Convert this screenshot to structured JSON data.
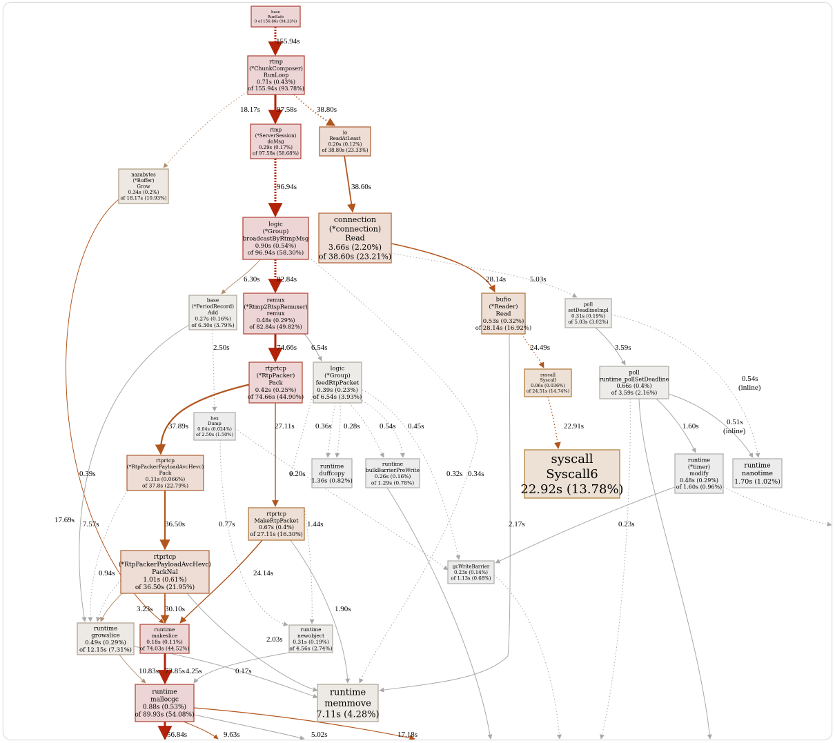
{
  "graph": {
    "nodes": [
      {
        "id": "runsafe",
        "lines": [
          "base",
          "RunSafe",
          "0 of 156.86s (94.33%)"
        ],
        "fill": "#edd5d5",
        "stroke": "#b2493c"
      },
      {
        "id": "runloop",
        "lines": [
          "rtmp",
          "(*ChunkComposer)",
          "RunLoop",
          "0.71s (0.43%)",
          "of 155.94s (93.78%)"
        ],
        "fill": "#edd5d5",
        "stroke": "#b2493c"
      },
      {
        "id": "domsg",
        "lines": [
          "rtmp",
          "(*ServerSession)",
          "doMsg",
          "0.29s (0.17%)",
          "of 97.58s (58.68%)"
        ],
        "fill": "#edd5d5",
        "stroke": "#b2493c"
      },
      {
        "id": "readatleast",
        "lines": [
          "io",
          "ReadAtLeast",
          "0.20s (0.12%)",
          "of 38.80s (23.33%)"
        ],
        "fill": "#edddd5",
        "stroke": "#b2673c"
      },
      {
        "id": "grow",
        "lines": [
          "nazabytes",
          "(*Buffer)",
          "Grow",
          "0.34s (0.2%)",
          "of 18.17s (10.93%)"
        ],
        "fill": "#ede8e2",
        "stroke": "#b2a08a"
      },
      {
        "id": "broadcast",
        "lines": [
          "logic",
          "(*Group)",
          "broadcastByRtmpMsg",
          "0.90s (0.54%)",
          "of 96.94s (58.30%)"
        ],
        "fill": "#edd5d5",
        "stroke": "#b2493c"
      },
      {
        "id": "connread",
        "lines": [
          "connection",
          "(*connection)",
          "Read",
          "3.66s (2.20%)",
          "of 38.60s (23.21%)"
        ],
        "fill": "#edddd5",
        "stroke": "#b2673c"
      },
      {
        "id": "periodadd",
        "lines": [
          "base",
          "(*PeriodRecord)",
          "Add",
          "0.27s (0.16%)",
          "of 6.30s (3.79%)"
        ],
        "fill": "#edebe8",
        "stroke": "#b2ab9f"
      },
      {
        "id": "remux",
        "lines": [
          "remux",
          "(*Rtmp2RtspRemuxer)",
          "remux",
          "0.48s (0.29%)",
          "of 82.84s (49.82%)"
        ],
        "fill": "#edd5d5",
        "stroke": "#b2493c"
      },
      {
        "id": "bufioread",
        "lines": [
          "bufio",
          "(*Reader)",
          "Read",
          "0.53s (0.32%)",
          "of 28.14s (16.92%)"
        ],
        "fill": "#eddfd5",
        "stroke": "#b2773c"
      },
      {
        "id": "setdeadline",
        "lines": [
          "poll",
          "setDeadlineImpl",
          "0.31s (0.19%)",
          "of 5.03s (3.02%)"
        ],
        "fill": "#edecea",
        "stroke": "#b2afa6"
      },
      {
        "id": "rtppack",
        "lines": [
          "rtprtcp",
          "(*RtpPacker)",
          "Pack",
          "0.42s (0.25%)",
          "of 74.66s (44.90%)"
        ],
        "fill": "#edd6d5",
        "stroke": "#b24d3c"
      },
      {
        "id": "feedrtp",
        "lines": [
          "logic",
          "(*Group)",
          "feedRtpPacket",
          "0.39s (0.23%)",
          "of 6.54s (3.93%)"
        ],
        "fill": "#edebe8",
        "stroke": "#b2ab9f"
      },
      {
        "id": "syscall",
        "lines": [
          "syscall",
          "Syscall",
          "0.06s (0.036%)",
          "of 24.51s (14.74%)"
        ],
        "fill": "#ede0d5",
        "stroke": "#b27e3c"
      },
      {
        "id": "pollsetdeadline",
        "lines": [
          "poll",
          "runtime_pollSetDeadline",
          "0.66s (0.4%)",
          "of 3.59s (2.16%)"
        ],
        "fill": "#edecea",
        "stroke": "#b2b0a9"
      },
      {
        "id": "hexdump",
        "lines": [
          "hex",
          "Dump",
          "0.04s (0.024%)",
          "of 2.50s (1.50%)"
        ],
        "fill": "#edecec",
        "stroke": "#b2b1ad"
      },
      {
        "id": "duffcopy",
        "lines": [
          "runtime",
          "duffcopy",
          "1.36s (0.82%)"
        ],
        "fill": "#edecec",
        "stroke": "#b2b1ae"
      },
      {
        "id": "bulkbarrier",
        "lines": [
          "runtime",
          "bulkBarrierPreWrite",
          "0.26s (0.16%)",
          "of 1.29s (0.78%)"
        ],
        "fill": "#edecec",
        "stroke": "#b2b2ae"
      },
      {
        "id": "syscall6",
        "lines": [
          "syscall",
          "Syscall6",
          "22.92s (13.78%)"
        ],
        "fill": "#ede1d5",
        "stroke": "#b2843c"
      },
      {
        "id": "timermodify",
        "lines": [
          "runtime",
          "(*timer)",
          "modify",
          "0.48s (0.29%)",
          "of 1.60s (0.96%)"
        ],
        "fill": "#edecec",
        "stroke": "#b2b1ad"
      },
      {
        "id": "nanotime",
        "lines": [
          "runtime",
          "nanotime",
          "1.70s (1.02%)"
        ],
        "fill": "#edecec",
        "stroke": "#b2b1ad"
      },
      {
        "id": "avcpack",
        "lines": [
          "rtprtcp",
          "(*RtpPackerPayloadAvcHevc)",
          "Pack",
          "0.11s (0.066%)",
          "of 37.8s (22.79%)"
        ],
        "fill": "#edddd5",
        "stroke": "#b2673c"
      },
      {
        "id": "makertp",
        "lines": [
          "rtprtcp",
          "MakeRtpPacket",
          "0.67s (0.4%)",
          "of 27.11s (16.30%)"
        ],
        "fill": "#eddfd5",
        "stroke": "#b27a3c"
      },
      {
        "id": "wbarrier",
        "lines": [
          "gcWriteBarrier",
          "0.23s (0.14%)",
          "of 1.13s (0.68%)"
        ],
        "fill": "#edecec",
        "stroke": "#b2b2ae"
      },
      {
        "id": "packnal",
        "lines": [
          "rtprtcp",
          "(*RtpPackerPayloadAvcHevc)",
          "PackNal",
          "1.01s (0.61%)",
          "of 36.50s (21.95%)"
        ],
        "fill": "#edddd5",
        "stroke": "#b2683c"
      },
      {
        "id": "growslice",
        "lines": [
          "runtime",
          "growslice",
          "0.49s (0.29%)",
          "of 12.15s (7.31%)"
        ],
        "fill": "#ede9e5",
        "stroke": "#b2a593"
      },
      {
        "id": "makeslice",
        "lines": [
          "runtime",
          "makeslice",
          "0.18s (0.11%)",
          "of 74.03s (44.52%)"
        ],
        "fill": "#edd6d5",
        "stroke": "#b24e3c"
      },
      {
        "id": "newobject",
        "lines": [
          "runtime",
          "newobject",
          "0.31s (0.19%)",
          "of 4.56s (2.74%)"
        ],
        "fill": "#edecea",
        "stroke": "#b2aea5"
      },
      {
        "id": "mallocgc",
        "lines": [
          "runtime",
          "mallocgc",
          "0.88s (0.53%)",
          "of 89.93s (54.08%)"
        ],
        "fill": "#edd5d5",
        "stroke": "#b2493c"
      },
      {
        "id": "memmove",
        "lines": [
          "runtime",
          "memmove",
          "7.11s (4.28%)"
        ],
        "fill": "#edeae5",
        "stroke": "#b2a896"
      }
    ],
    "edges": [
      {
        "id": "e1",
        "label": "155.94s"
      },
      {
        "id": "e2",
        "label": "18.17s"
      },
      {
        "id": "e3",
        "label": "97.58s"
      },
      {
        "id": "e4",
        "label": "38.80s"
      },
      {
        "id": "e5",
        "label": "96.94s"
      },
      {
        "id": "e6",
        "label": "38.60s"
      },
      {
        "id": "e7",
        "label": "6.30s"
      },
      {
        "id": "e8",
        "label": "82.84s"
      },
      {
        "id": "e9",
        "label": "28.14s"
      },
      {
        "id": "e10",
        "label": "5.03s"
      },
      {
        "id": "e11",
        "label": "74.66s"
      },
      {
        "id": "e12",
        "label": "6.54s"
      },
      {
        "id": "e13",
        "label": "24.49s"
      },
      {
        "id": "e14",
        "label": "3.59s"
      },
      {
        "id": "e15",
        "label": "0.54s"
      },
      {
        "id": "e15b",
        "label": "(inline)"
      },
      {
        "id": "e16",
        "label": "2.50s"
      },
      {
        "id": "e17",
        "label": "17.69s"
      },
      {
        "id": "e18",
        "label": "37.89s"
      },
      {
        "id": "e19",
        "label": "27.11s"
      },
      {
        "id": "e20",
        "label": "0.36s"
      },
      {
        "id": "e21",
        "label": "0.28s"
      },
      {
        "id": "e22",
        "label": "0.54s"
      },
      {
        "id": "e23",
        "label": "0.45s"
      },
      {
        "id": "e24",
        "label": "22.91s"
      },
      {
        "id": "e25",
        "label": "1.60s"
      },
      {
        "id": "e26",
        "label": "0.51s"
      },
      {
        "id": "e26b",
        "label": "(inline)"
      },
      {
        "id": "e27",
        "label": "0.39s"
      },
      {
        "id": "e28",
        "label": "0.20s"
      },
      {
        "id": "e29",
        "label": "0.32s"
      },
      {
        "id": "e30",
        "label": "0.34s"
      },
      {
        "id": "e31",
        "label": "7.57s"
      },
      {
        "id": "e32",
        "label": "36.50s"
      },
      {
        "id": "e33",
        "label": "0.77s"
      },
      {
        "id": "e34",
        "label": "1.44s"
      },
      {
        "id": "e35",
        "label": "2.17s"
      },
      {
        "id": "e36",
        "label": "0.23s"
      },
      {
        "id": "e37",
        "label": "0.94s"
      },
      {
        "id": "e38",
        "label": "24.14s"
      },
      {
        "id": "e39",
        "label": "1.90s"
      },
      {
        "id": "e40",
        "label": "3.23s"
      },
      {
        "id": "e41",
        "label": "30.10s"
      },
      {
        "id": "e42",
        "label": "2.03s"
      },
      {
        "id": "e43",
        "label": "10.83s"
      },
      {
        "id": "e44",
        "label": "73.85s"
      },
      {
        "id": "e45",
        "label": "4.25s"
      },
      {
        "id": "e46",
        "label": "0.17s"
      },
      {
        "id": "e47",
        "label": "56.84s"
      },
      {
        "id": "e48",
        "label": "9.63s"
      },
      {
        "id": "e49",
        "label": "5.02s"
      },
      {
        "id": "e50",
        "label": "17.18s"
      }
    ]
  }
}
